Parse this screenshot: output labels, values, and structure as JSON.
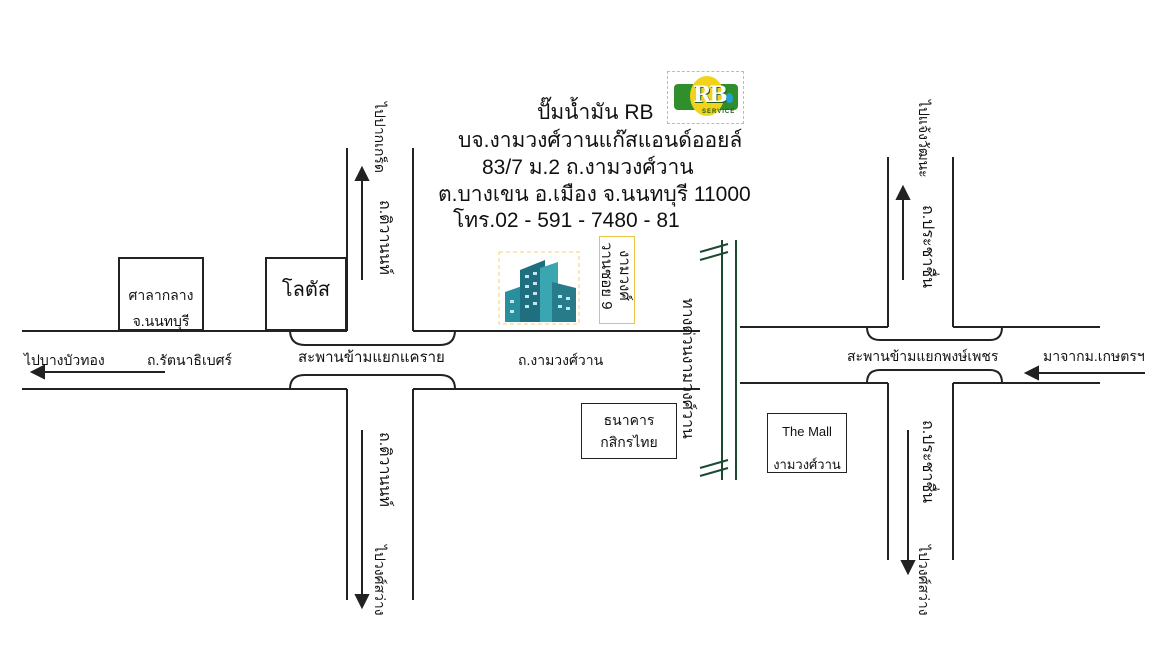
{
  "header": {
    "line1": "ปั๊มน้ำมัน RB",
    "line2": "บจ.งามวงศ์วานแก๊สแอนด์ออยล์",
    "line3": "83/7 ม.2 ถ.งามวงศ์วาน",
    "line4": "ต.บางเขน  อ.เมือง จ.นนทบุรี 11000",
    "line5": "โทร.02 - 591 - 7480 - 81"
  },
  "logo": {
    "text": "RB",
    "sub": "SERVICE"
  },
  "landmarks": {
    "city_hall_line1": "ศาลากลาง",
    "city_hall_line2": "จ.นนทบุรี",
    "lotus": "โลตัส",
    "bank_line1": "ธนาคาร",
    "bank_line2": "กสิกรไทย",
    "mall_line1": "The Mall",
    "mall_line2": "งามวงศ์วาน",
    "soi_line1": "งามวงศ์",
    "soi_line2": "วานซอย 9"
  },
  "roads": {
    "rattanathibet": "ถ.รัตนาธิเบศร์",
    "ngamwongwan": "ถ.งามวงศ์วาน",
    "khae_rai_bridge": "สะพานข้ามแยกแคราย",
    "phong_phet_bridge": "สะพานข้ามแยกพงษ์เพชร",
    "tiwanon_north": "ถ.ติวานนท์",
    "tiwanon_south": "ถ.ติวานนท์",
    "prachachuen_north": "ถ.ประชาชื่น",
    "prachachuen_south": "ถ.ประชาชื่น",
    "railway": "ทางด่วนงามวงศ์วาน"
  },
  "directions": {
    "to_bang_bua_thong": "ไปบางบัวทอง",
    "from_kasetsart": "มาจากม.เกษตรฯ",
    "to_pak_kret": "ไปปากเกร็ด",
    "to_ngam_wongwan_top": "ไปแจ้งวัฒนะ",
    "to_don_mueang_left": "ไปวงศ์สว่าง",
    "to_don_mueang_right": "ไปวงศ์สว่าง"
  }
}
